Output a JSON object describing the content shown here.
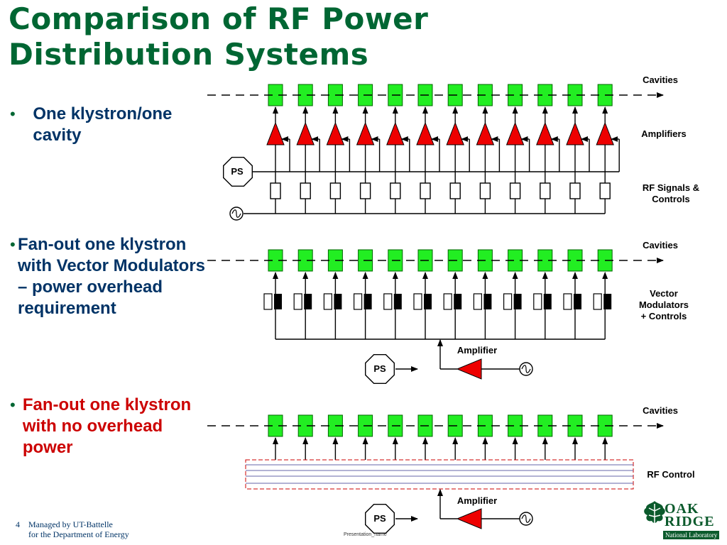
{
  "slide": {
    "title": "Comparison of RF Power Distribution Systems",
    "bullets": [
      {
        "text": "One klystron/one cavity",
        "color": "#003366"
      },
      {
        "text": "Fan-out one klystron with Vector Modulators – power overhead requirement",
        "color": "#003366"
      },
      {
        "text": "Fan-out one klystron with no overhead power",
        "color": "#cc0000"
      }
    ],
    "bullet_glyph": "•"
  },
  "diagram": {
    "cavity_count": 12,
    "colors": {
      "cavity": "#22ee22",
      "amplifier": "#ee0000",
      "line": "#000000",
      "rf_control_lines": "#cc0000"
    },
    "system1": {
      "cavities_label": "Cavities",
      "amplifiers_label": "Amplifiers",
      "ps_label": "PS",
      "rf_label": "RF Signals & Controls"
    },
    "system2": {
      "cavities_label": "Cavities",
      "vm_label": "Vector Modulators + Controls",
      "amplifier_label": "Amplifier",
      "ps_label": "PS"
    },
    "system3": {
      "cavities_label": "Cavities",
      "rf_control_label": "RF Control",
      "amplifier_label": "Amplifier",
      "ps_label": "PS"
    }
  },
  "footer": {
    "page_number": "4",
    "managed_line1": "Managed by UT-Battelle",
    "managed_line2": "for the Department of Energy",
    "presentation_name": "Presentation_name",
    "logo_oak": "OAK",
    "logo_ridge": "RIDGE",
    "logo_lab": "National Laboratory"
  }
}
